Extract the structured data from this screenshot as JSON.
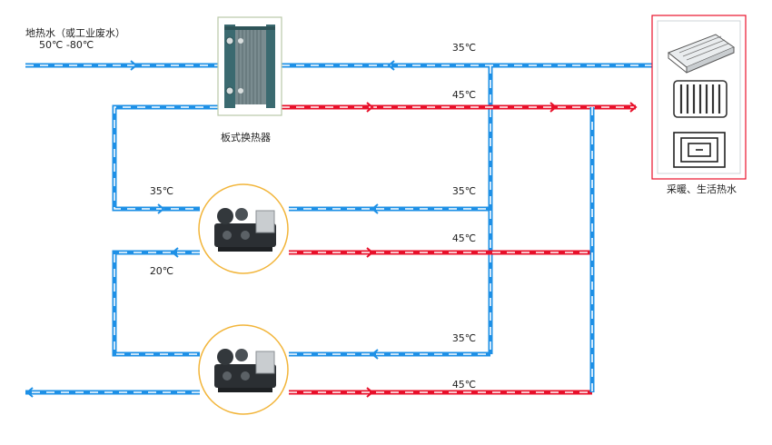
{
  "source": {
    "title": "地热水（或工业废水）",
    "temp_range": "50℃ -80℃"
  },
  "heat_exchanger": {
    "label": "板式换热器",
    "icon": "plate-heat-exchanger-icon"
  },
  "user_end": {
    "label": "采暖、生活热水",
    "icons": [
      "fan-coil-icon",
      "radiator-icon",
      "floor-heating-icon"
    ]
  },
  "heat_pumps": [
    {
      "name": "heat-pump-1",
      "icon": "chiller-unit-icon"
    },
    {
      "name": "heat-pump-2",
      "icon": "chiller-unit-icon"
    }
  ],
  "temperatures": {
    "hx_return": "35℃",
    "hx_supply": "45℃",
    "hp1_source_in": "35℃",
    "hp1_return": "35℃",
    "hp1_supply": "45℃",
    "hp1_source_out": "20℃",
    "hp2_return": "35℃",
    "hp2_supply": "45℃"
  },
  "colors": {
    "cold_pipe": "#1e90e6",
    "hot_pipe": "#e8102a",
    "equipment_ring": "#f2b53a",
    "hx_frame": "#b9c9a8",
    "user_frame": "#e8102a"
  }
}
